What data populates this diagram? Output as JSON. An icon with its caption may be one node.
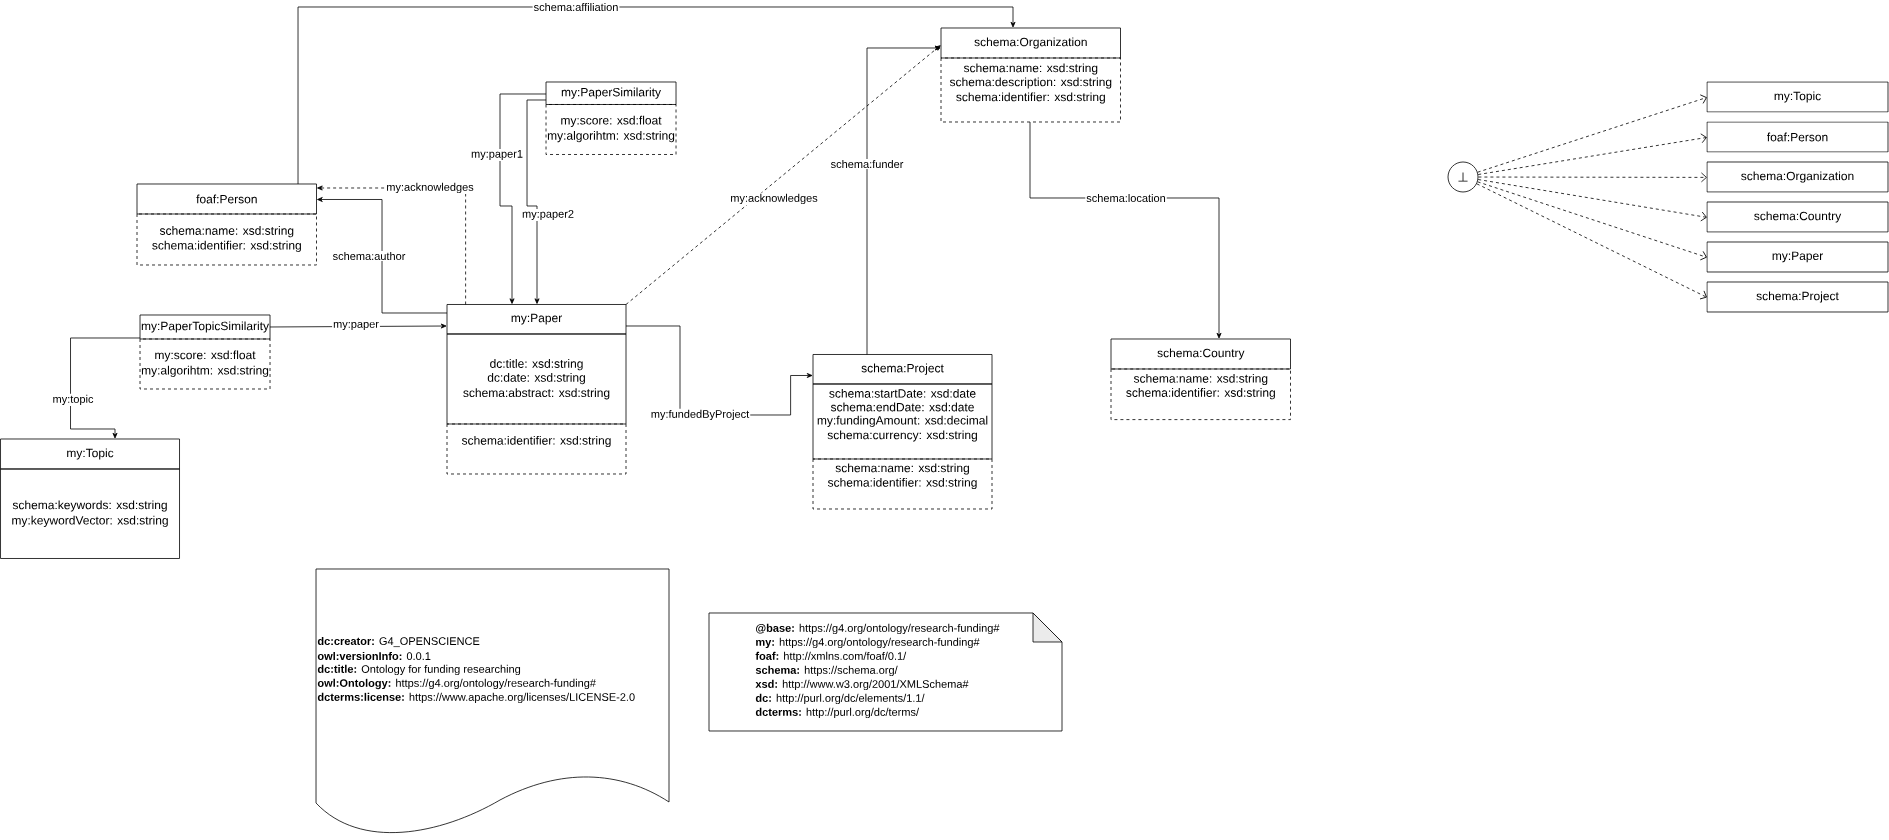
{
  "diagram": {
    "nodes": [
      {
        "text": [
          "schema:Organization",
          "schema:name: xsd:string",
          "schema:description: xsd:string",
          "schema:identifier: xsd:string"
        ]
      },
      {
        "text": [
          "my:PaperSimilarity",
          "my:score: xsd:float",
          "my:algorihtm: xsd:string"
        ]
      },
      {
        "text": [
          "foaf:Person",
          "schema:name: xsd:string",
          "schema:identifier: xsd:string"
        ]
      },
      {
        "text": [
          "my:Paper",
          "dc:title: xsd:string",
          "dc:date: xsd:string",
          "schema:abstract: xsd:string",
          "schema:identifier: xsd:string"
        ]
      },
      {
        "text": [
          "my:PaperTopicSimilarity",
          "my:score: xsd:float",
          "my:algorihtm: xsd:string"
        ]
      },
      {
        "text": [
          "schema:Project",
          "schema:startDate: xsd:date",
          "schema:endDate: xsd:date",
          "my:fundingAmount: xsd:decimal",
          "schema:currency: xsd:string",
          "schema:name: xsd:string",
          "schema:identifier: xsd:string"
        ]
      },
      {
        "text": [
          "schema:Country",
          "schema:name: xsd:string",
          "schema:identifier: xsd:string"
        ]
      },
      {
        "text": [
          "my:Topic",
          "schema:keywords: xsd:string",
          "my:keywordVector: xsd:string"
        ]
      },
      {
        "text": [
          "⊥"
        ]
      },
      {
        "text": [
          "my:Topic"
        ]
      },
      {
        "text": [
          "foaf:Person"
        ]
      },
      {
        "text": [
          "schema:Organization"
        ]
      },
      {
        "text": [
          "schema:Country"
        ]
      },
      {
        "text": [
          "my:Paper"
        ]
      },
      {
        "text": [
          "schema:Project"
        ]
      },
      {
        "text": [
          "**dc:creator:** G4_OPENSCIENCE",
          "**owl:versionInfo:** 0.0.1",
          "**dc:title:** Ontology for funding researching",
          "**owl:Ontology:** https://g4.org/ontology/research-funding#",
          "**dcterms:license:** https://www.apache.org/licenses/LICENSE-2.0"
        ]
      },
      {
        "text": [
          "**@base:** https://g4.org/ontology/research-funding#",
          "**my:** https://g4.org/ontology/research-funding#",
          "**foaf:** http://xmlns.com/foaf/0.1/",
          "**schema:** https://schema.org/",
          "**xsd:** http://www.w3.org/2001/XMLSchema#",
          "**dc:** http://purl.org/dc/elements/1.1/",
          "**dcterms:** http://purl.org/dc/terms/"
        ]
      }
    ],
    "edges": [
      {
        "from": 2,
        "to": 0,
        "arrow": "to",
        "label": "schema:affiliation"
      },
      {
        "from": 1,
        "to": 3,
        "arrow": "to",
        "label": "my:paper1"
      },
      {
        "from": 1,
        "to": 3,
        "arrow": "to",
        "label": "my:paper2"
      },
      {
        "from": 3,
        "to": 2,
        "arrow": "to",
        "label": "my:acknowledges",
        "style": "dashed"
      },
      {
        "from": 3,
        "to": 2,
        "arrow": "to",
        "label": "schema:author"
      },
      {
        "from": 4,
        "to": 3,
        "arrow": "to",
        "label": "my:paper"
      },
      {
        "from": 4,
        "to": 7,
        "arrow": "to",
        "label": "my:topic"
      },
      {
        "from": 3,
        "to": 0,
        "arrow": "to",
        "label": "my:acknowledges",
        "style": "dashed"
      },
      {
        "from": 3,
        "to": 5,
        "arrow": "to",
        "label": "my:fundedByProject"
      },
      {
        "from": 5,
        "to": 0,
        "arrow": "to",
        "label": "schema:funder"
      },
      {
        "from": 0,
        "to": 6,
        "arrow": "to",
        "label": "schema:location"
      },
      {
        "from": 8,
        "to": 9,
        "arrow": "to",
        "style": "dashed"
      },
      {
        "from": 8,
        "to": 10,
        "arrow": "to",
        "style": "dashed"
      },
      {
        "from": 8,
        "to": 11,
        "arrow": "to",
        "style": "dashed"
      },
      {
        "from": 8,
        "to": 12,
        "arrow": "to",
        "style": "dashed"
      },
      {
        "from": 8,
        "to": 13,
        "arrow": "to",
        "style": "dashed"
      },
      {
        "from": 8,
        "to": 14,
        "arrow": "to",
        "style": "dashed"
      }
    ]
  }
}
